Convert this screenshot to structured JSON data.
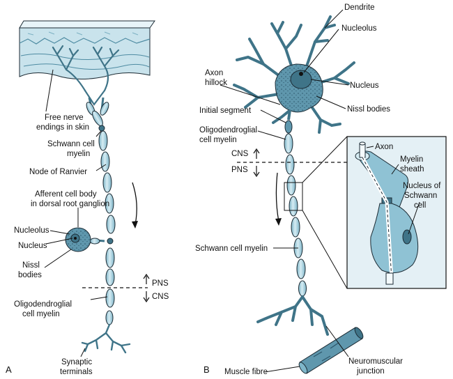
{
  "panel_a": {
    "letter": "A",
    "labels": {
      "free_nerve_endings_1": "Free nerve",
      "free_nerve_endings_2": "endings in skin",
      "schwann_myelin_1": "Schwann cell",
      "schwann_myelin_2": "myelin",
      "node_of_ranvier": "Node of Ranvier",
      "afferent_body_1": "Afferent cell body",
      "afferent_body_2": "in dorsal root ganglion",
      "nucleolus": "Nucleolus",
      "nucleus": "Nucleus",
      "nissl_1": "Nissl",
      "nissl_2": "bodies",
      "pns": "PNS",
      "cns": "CNS",
      "oligo_myelin_1": "Oligodendroglial",
      "oligo_myelin_2": "cell myelin",
      "synaptic_1": "Synaptic",
      "synaptic_2": "terminals"
    }
  },
  "panel_b": {
    "letter": "B",
    "labels": {
      "dendrite": "Dendrite",
      "nucleolus": "Nucleolus",
      "axon_hillock_1": "Axon",
      "axon_hillock_2": "hillock",
      "nucleus": "Nucleus",
      "nissl": "Nissl bodies",
      "initial_segment": "Initial segment",
      "oligo_myelin_1": "Oligodendroglial",
      "oligo_myelin_2": "cell myelin",
      "cns": "CNS",
      "pns": "PNS",
      "axon": "Axon",
      "myelin_sheath_1": "Myelin",
      "myelin_sheath_2": "sheath",
      "schwann_nucleus_1": "Nucleus of",
      "schwann_nucleus_2": "Schwann",
      "schwann_nucleus_3": "cell",
      "schwann_myelin": "Schwann cell myelin",
      "muscle_fibre": "Muscle fibre",
      "nmj_1": "Neuromuscular",
      "nmj_2": "junction"
    }
  },
  "colors": {
    "cell_fill": "#5f97ad",
    "cell_dark": "#3f7488",
    "myelin_fill": "#a9d3e0",
    "outline": "#1b2a33",
    "skin_fill": "#c9e3ec",
    "inset_bg": "#e4f0f5"
  }
}
